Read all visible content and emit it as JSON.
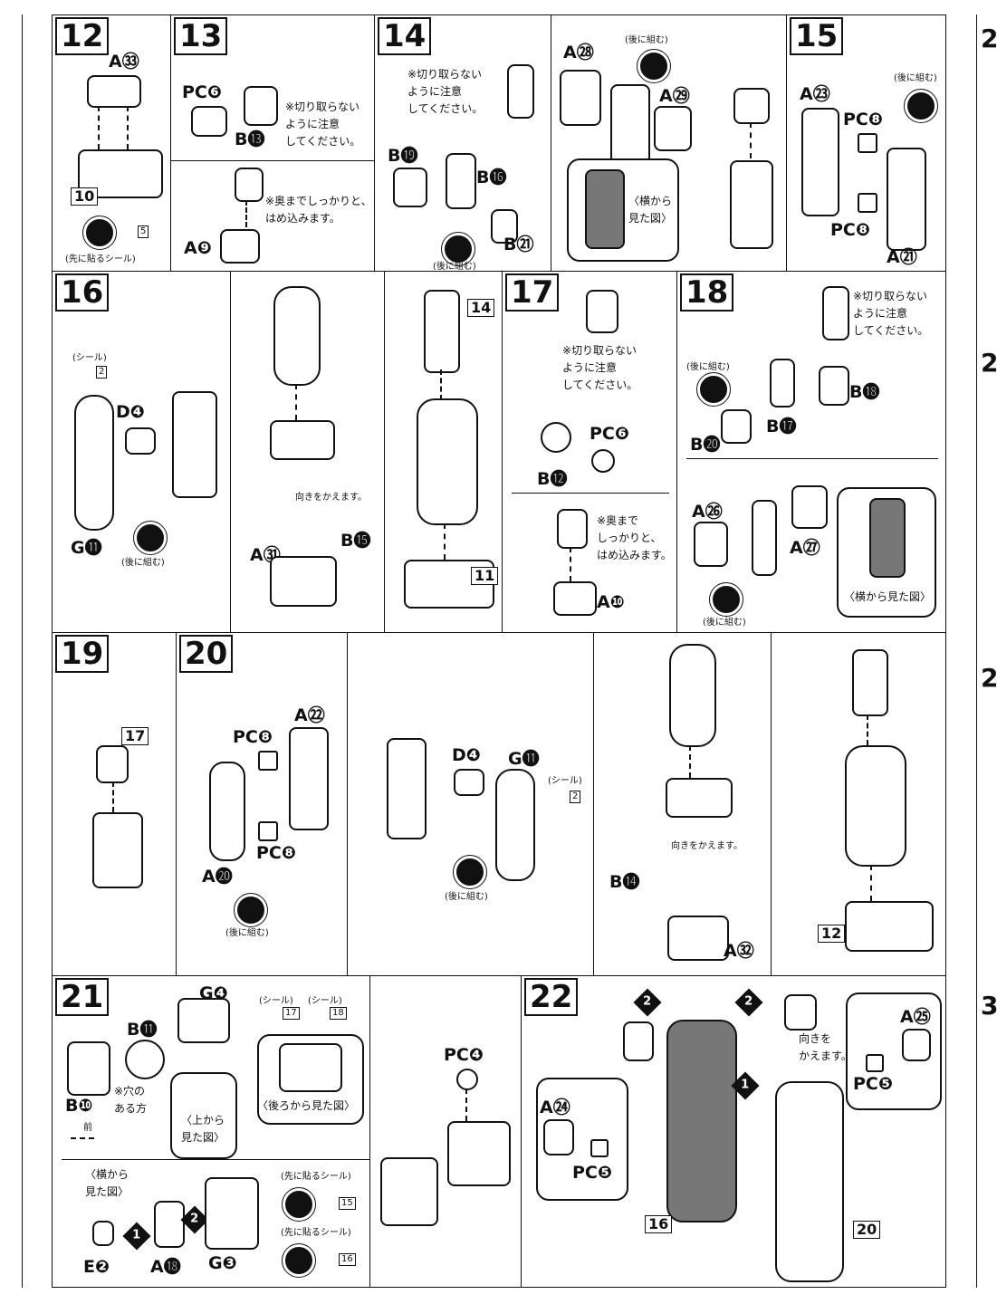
{
  "steps": {
    "s12": {
      "num": "12",
      "parts": [
        "A㉝"
      ],
      "ref": "10",
      "sticker_note": "(先に貼るシール)",
      "sticker_ref": "5"
    },
    "s13": {
      "num": "13",
      "parts": [
        "PC❻",
        "B⓭",
        "A❾"
      ],
      "note1": "※切り取らない\nように注意\nしてください。",
      "note2": "※奥までしっかりと、\nはめ込みます。"
    },
    "s14": {
      "num": "14",
      "parts": [
        "B⓳",
        "B⓰",
        "B㉑",
        "A㉘",
        "A㉙"
      ],
      "note1": "※切り取らない\nように注意\nしてください。",
      "later1": "(後に組む)",
      "later2": "(後に組む)",
      "side_view": "〈横から\n見た図〉"
    },
    "s15": {
      "num": "15",
      "parts": [
        "A㉓",
        "PC❽",
        "PC❽",
        "A㉑"
      ],
      "later": "(後に組む)"
    },
    "s16": {
      "num": "16",
      "parts": [
        "D❹",
        "G⓫",
        "A㉛",
        "B⓯"
      ],
      "sticker": "(シール)",
      "sticker_ref": "2",
      "later": "(後に組む)",
      "turn": "向きをかえます。",
      "ref14": "14",
      "ref11": "11"
    },
    "s17": {
      "num": "17",
      "parts": [
        "PC❻",
        "B⓬",
        "A❿"
      ],
      "note1": "※切り取らない\nように注意\nしてください。",
      "note2": "※奥まで\nしっかりと、\nはめ込みます。"
    },
    "s18": {
      "num": "18",
      "parts": [
        "B⓲",
        "B⓱",
        "B⓴",
        "A㉖",
        "A㉗"
      ],
      "note1": "※切り取らない\nように注意\nしてください。",
      "later1": "(後に組む)",
      "later2": "(後に組む)",
      "side_view": "〈横から見た図〉"
    },
    "s19": {
      "num": "19",
      "ref": "17"
    },
    "s20": {
      "num": "20",
      "parts": [
        "A㉒",
        "PC❽",
        "PC❽",
        "A⓴",
        "D❹",
        "G⓫",
        "B⓮",
        "A㉜"
      ],
      "sticker": "(シール)",
      "sticker_ref": "2",
      "later1": "(後に組む)",
      "later2": "(後に組む)",
      "turn": "向きをかえます。",
      "ref12": "12"
    },
    "s21": {
      "num": "21",
      "parts": [
        "G❹",
        "B⓫",
        "B❿",
        "E❷",
        "A⓲",
        "G❸"
      ],
      "hole_note": "※穴の\nある方",
      "front": "前",
      "top_view": "〈上から\n見た図〉",
      "back_view": "〈後ろから見た図〉",
      "side_view": "〈横から\n見た図〉",
      "sticker_a": "(シール)",
      "sticker_b": "(シール)",
      "sref17": "17",
      "sref18": "18",
      "pre1": "(先に貼るシール)",
      "pre2": "(先に貼るシール)",
      "sref15": "15",
      "sref16": "16",
      "pc": "PC❹"
    },
    "s22": {
      "num": "22",
      "parts": [
        "A㉔",
        "PC❺",
        "A㉕",
        "PC❺"
      ],
      "turn": "向きを\nかえます。",
      "ref16": "16",
      "ref20": "20"
    }
  },
  "sidebar_right": [
    "2",
    "2",
    "2",
    "3"
  ]
}
